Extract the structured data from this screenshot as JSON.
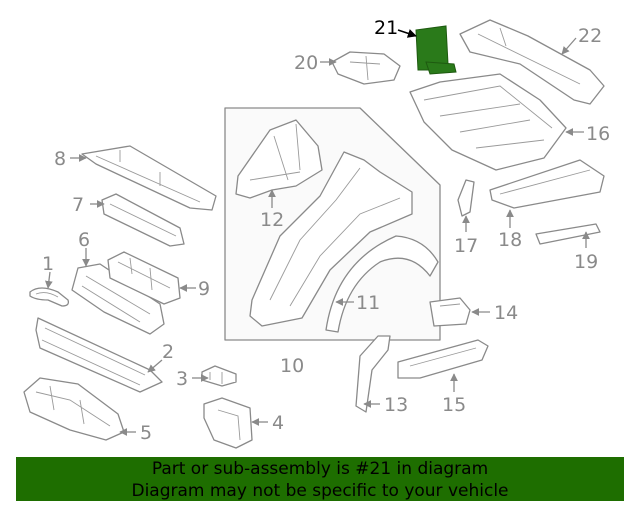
{
  "callouts": {
    "c1": "1",
    "c2": "2",
    "c3": "3",
    "c4": "4",
    "c5": "5",
    "c6": "6",
    "c7": "7",
    "c8": "8",
    "c9": "9",
    "c10": "10",
    "c11": "11",
    "c12": "12",
    "c13": "13",
    "c14": "14",
    "c15": "15",
    "c16": "16",
    "c17": "17",
    "c18": "18",
    "c19": "19",
    "c20": "20",
    "c21": "21",
    "c22": "22"
  },
  "highlight": {
    "part": "21",
    "color": "#2a7a1a"
  },
  "banner": {
    "line1": "Part or sub-assembly is #21 in diagram",
    "line2": "Diagram may not be specific to your vehicle",
    "color": "#1e6e00"
  }
}
